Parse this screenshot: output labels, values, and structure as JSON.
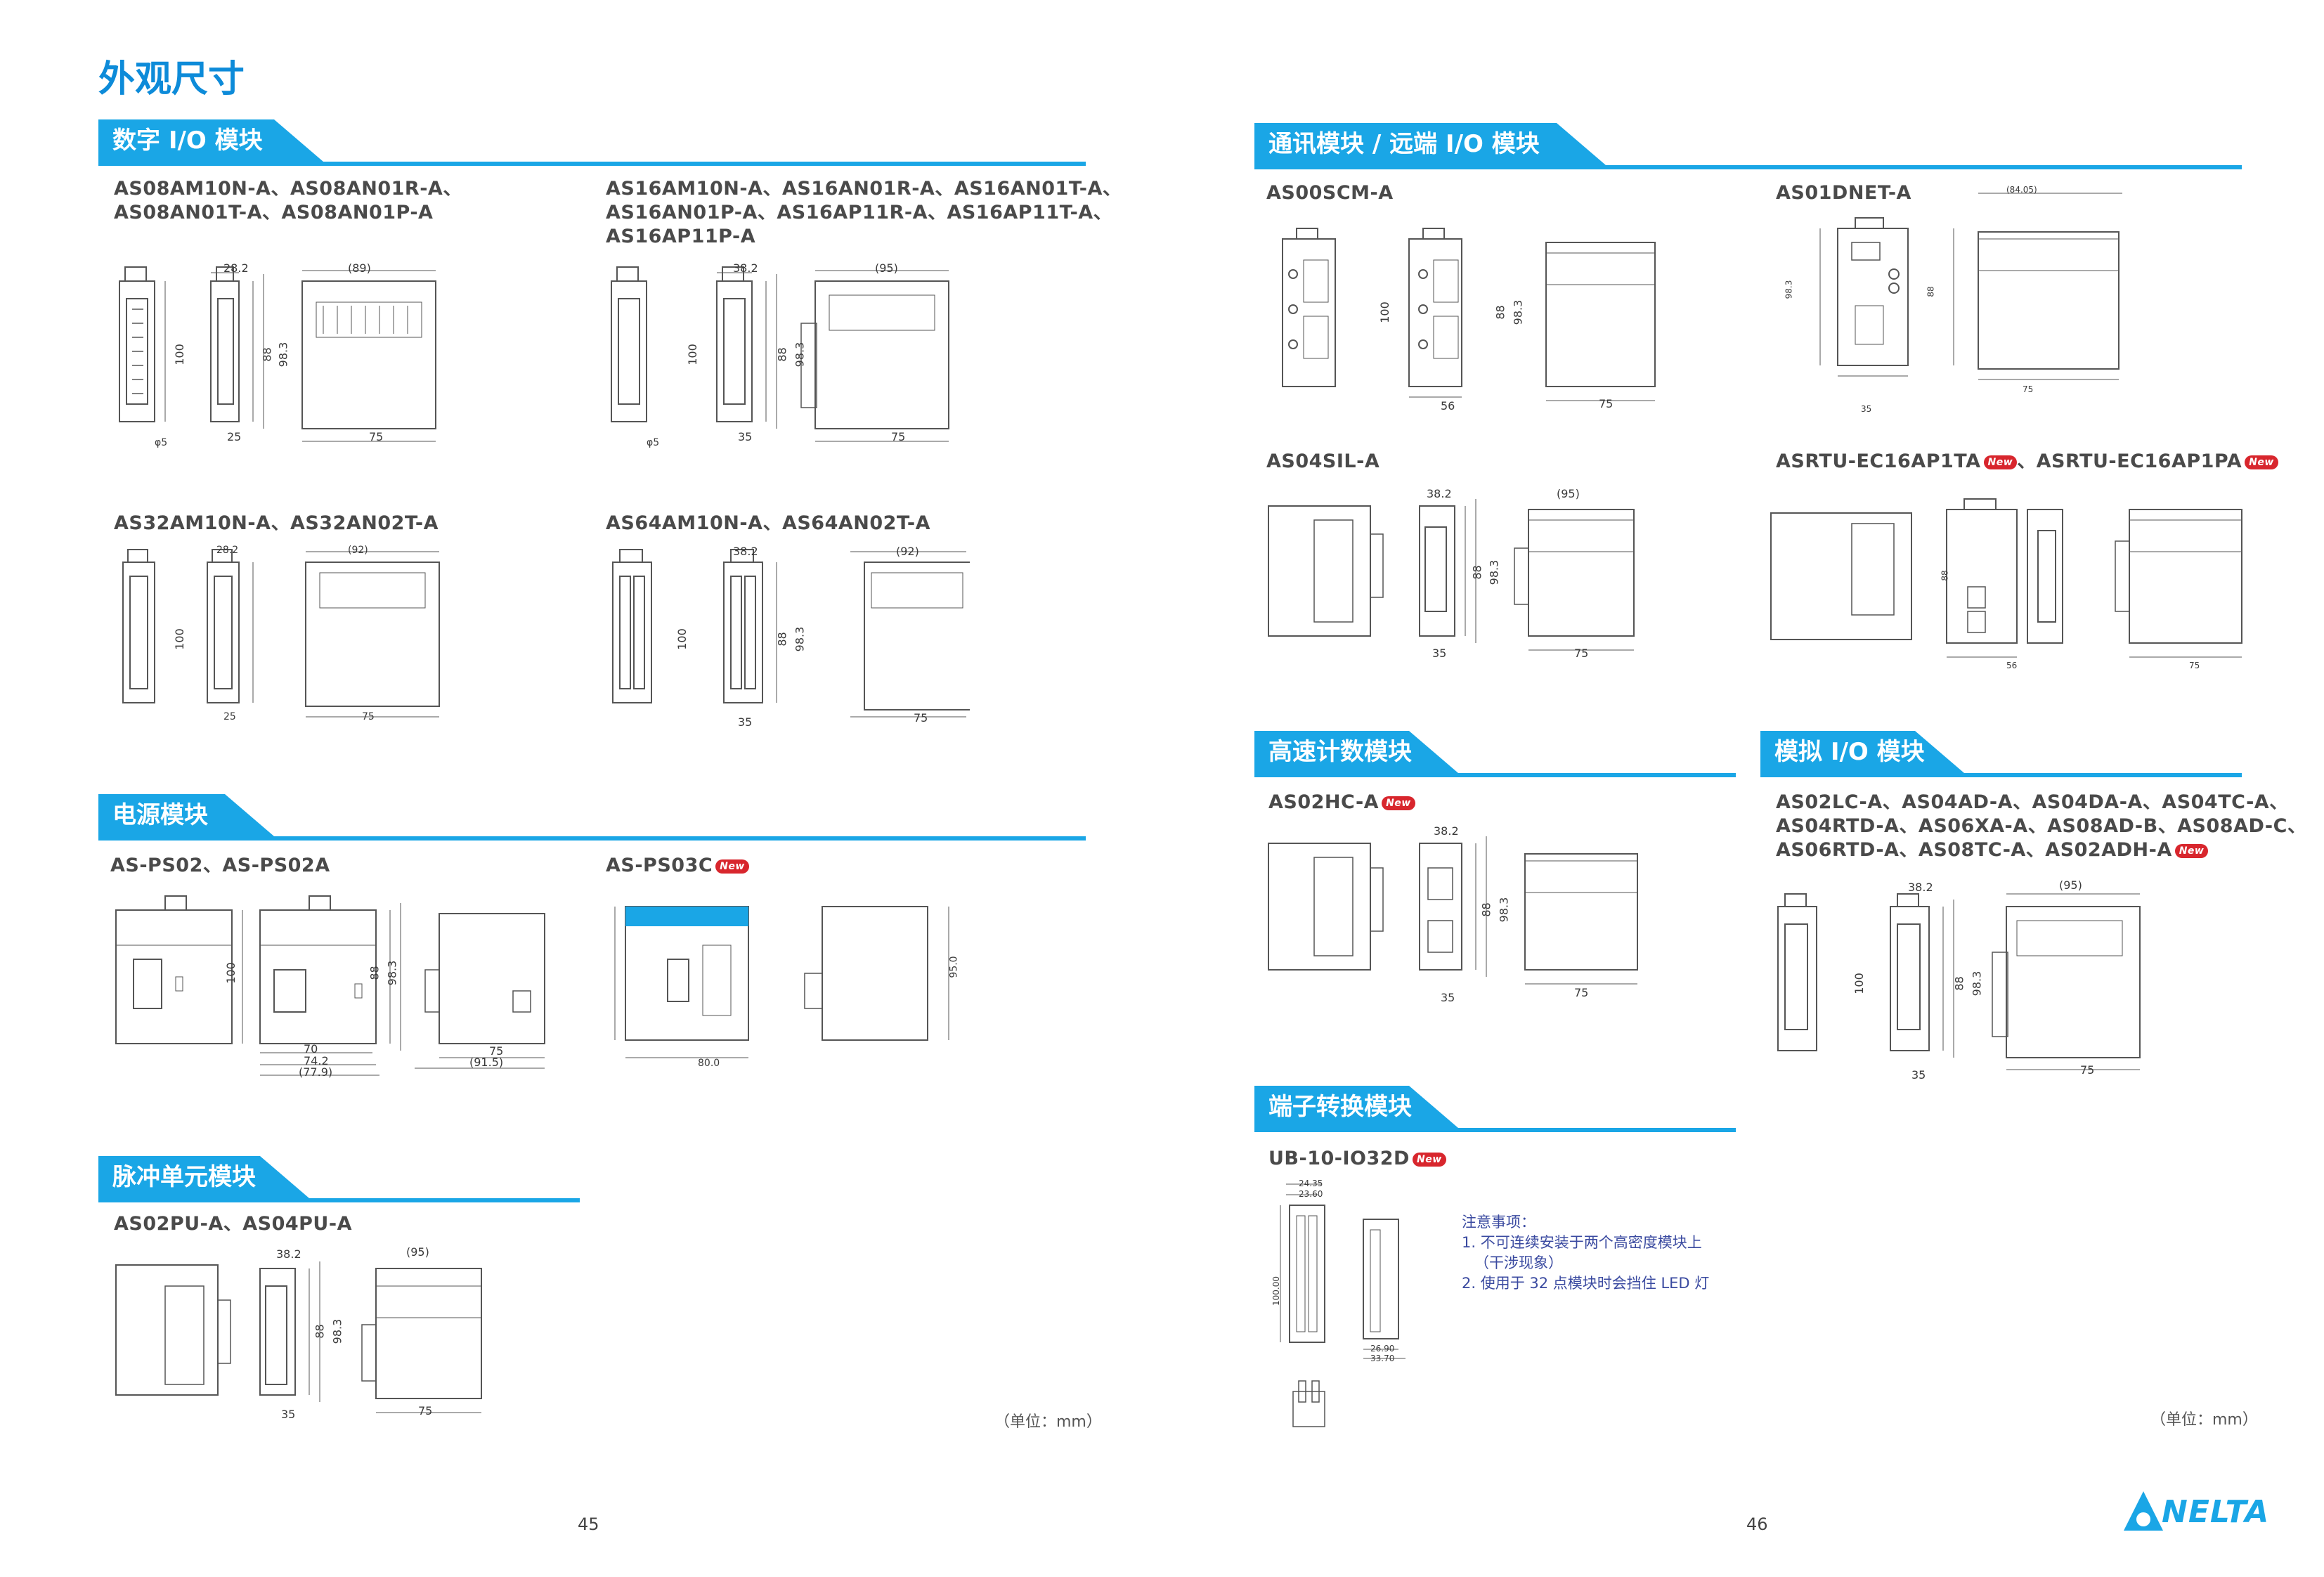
{
  "page_title": "外观尺寸",
  "sections": {
    "digital_io": "数字 I/O 模块",
    "power": "电源模块",
    "pulse": "脉冲单元模块",
    "comm": "通讯模块 / 远端 I/O 模块",
    "high_speed": "高速计数模块",
    "analog": "模拟 I/O 模块",
    "terminal": "端子转换模块"
  },
  "models": {
    "m1a": "AS08AM10N-A、AS08AN01R-A、",
    "m1b": "AS08AN01T-A、AS08AN01P-A",
    "m2a": "AS16AM10N-A、AS16AN01R-A、AS16AN01T-A、",
    "m2b": "AS16AN01P-A、AS16AP11R-A、AS16AP11T-A、",
    "m2c": "AS16AP11P-A",
    "m3": "AS32AM10N-A、AS32AN02T-A",
    "m4": "AS64AM10N-A、AS64AN02T-A",
    "m5": "AS-PS02、AS-PS02A",
    "m6": "AS-PS03C",
    "m7": "AS02PU-A、AS04PU-A",
    "m8": "AS00SCM-A",
    "m9": "AS01DNET-A",
    "m10": "AS04SIL-A",
    "m11a": "ASRTU-EC16AP1TA",
    "m11b": "、ASRTU-EC16AP1PA",
    "m12": "AS02HC-A",
    "m13a": "AS02LC-A、AS04AD-A、AS04DA-A、AS04TC-A、",
    "m13b": "AS04RTD-A、AS06XA-A、AS08AD-B、AS08AD-C、",
    "m13c": "AS06RTD-A、AS08TC-A、AS02ADH-A",
    "m14": "UB-10-IO32D"
  },
  "new_badge": "New",
  "dims": {
    "d89": "(89)",
    "d95": "(95)",
    "d92": "(92)",
    "d100": "100",
    "d88": "88",
    "d983": "98.3",
    "d75": "75",
    "d35": "35",
    "d25": "25",
    "d282": "28.2",
    "d382": "38.2",
    "d5": "φ5",
    "d70": "70",
    "d742": "74.2",
    "d779": "(77.9)",
    "d915": "(91.5)",
    "d56": "56",
    "d8405": "(84.05)",
    "d800": "80.0",
    "d950": "95.0",
    "d2435": "24.35",
    "d2360": "23.60",
    "d2690": "26.90",
    "d3370": "33.70",
    "d10000": "100.00"
  },
  "notes": {
    "title": "注意事项：",
    "n1": "1. 不可连续安装于两个高密度模块上",
    "n1b": "（干涉现象）",
    "n2": "2. 使用于 32 点模块时会挡住 LED 灯"
  },
  "unit_label": "（单位：mm）",
  "page_left": "45",
  "page_right": "46",
  "logo_text": "NELTA",
  "colors": {
    "accent": "#1aa6e6",
    "title": "#0d8bd9",
    "badge": "#d8262d"
  }
}
